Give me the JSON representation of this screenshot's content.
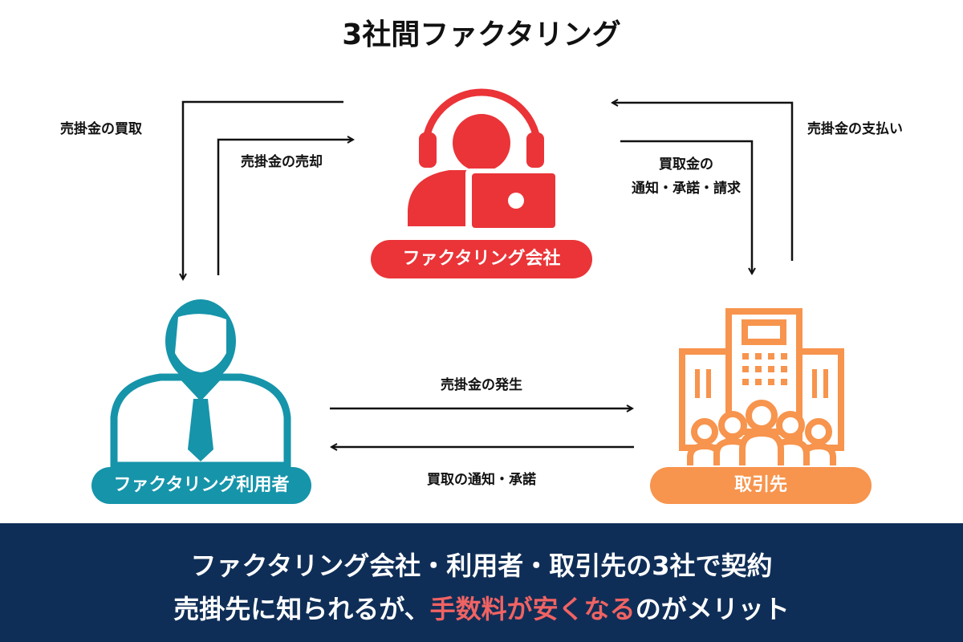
{
  "title": "3社間ファクタリング",
  "nodes": {
    "factoring_company": "ファクタリング会社",
    "user": "ファクタリング利用者",
    "client": "取引先"
  },
  "edges": {
    "purchase": "売掛金の買取",
    "sale": "売掛金の売却",
    "payment": "売掛金の支払い",
    "notice_line1": "買取金の",
    "notice_line2": "通知・承諾・請求",
    "occurrence": "売掛金の発生",
    "purchase_notice": "買取の通知・承諾"
  },
  "banner": {
    "line1": "ファクタリング会社・利用者・取引先の3社で契約",
    "line2_before": "売掛先に知られるが、",
    "line2_highlight": "手数料が安くなる",
    "line2_after": "のがメリット"
  },
  "colors": {
    "factoring_company": "#ea3438",
    "user": "#1694aa",
    "client": "#f7944d",
    "banner_bg": "#0f2e57",
    "highlight": "#f06363"
  }
}
